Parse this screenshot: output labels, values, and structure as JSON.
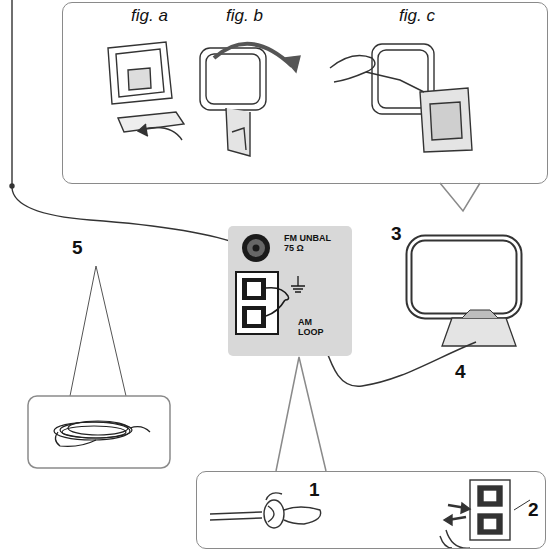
{
  "diagram": {
    "nodes": [
      {
        "text": [
          "fig. a",
          "fig. b",
          "fig. c"
        ]
      },
      {
        "text": [
          "FM UNBAL 75 Ω",
          "AM LOOP"
        ]
      },
      {
        "text": [
          "1",
          "2"
        ]
      }
    ],
    "labels": [
      "3",
      "5",
      "4"
    ]
  }
}
